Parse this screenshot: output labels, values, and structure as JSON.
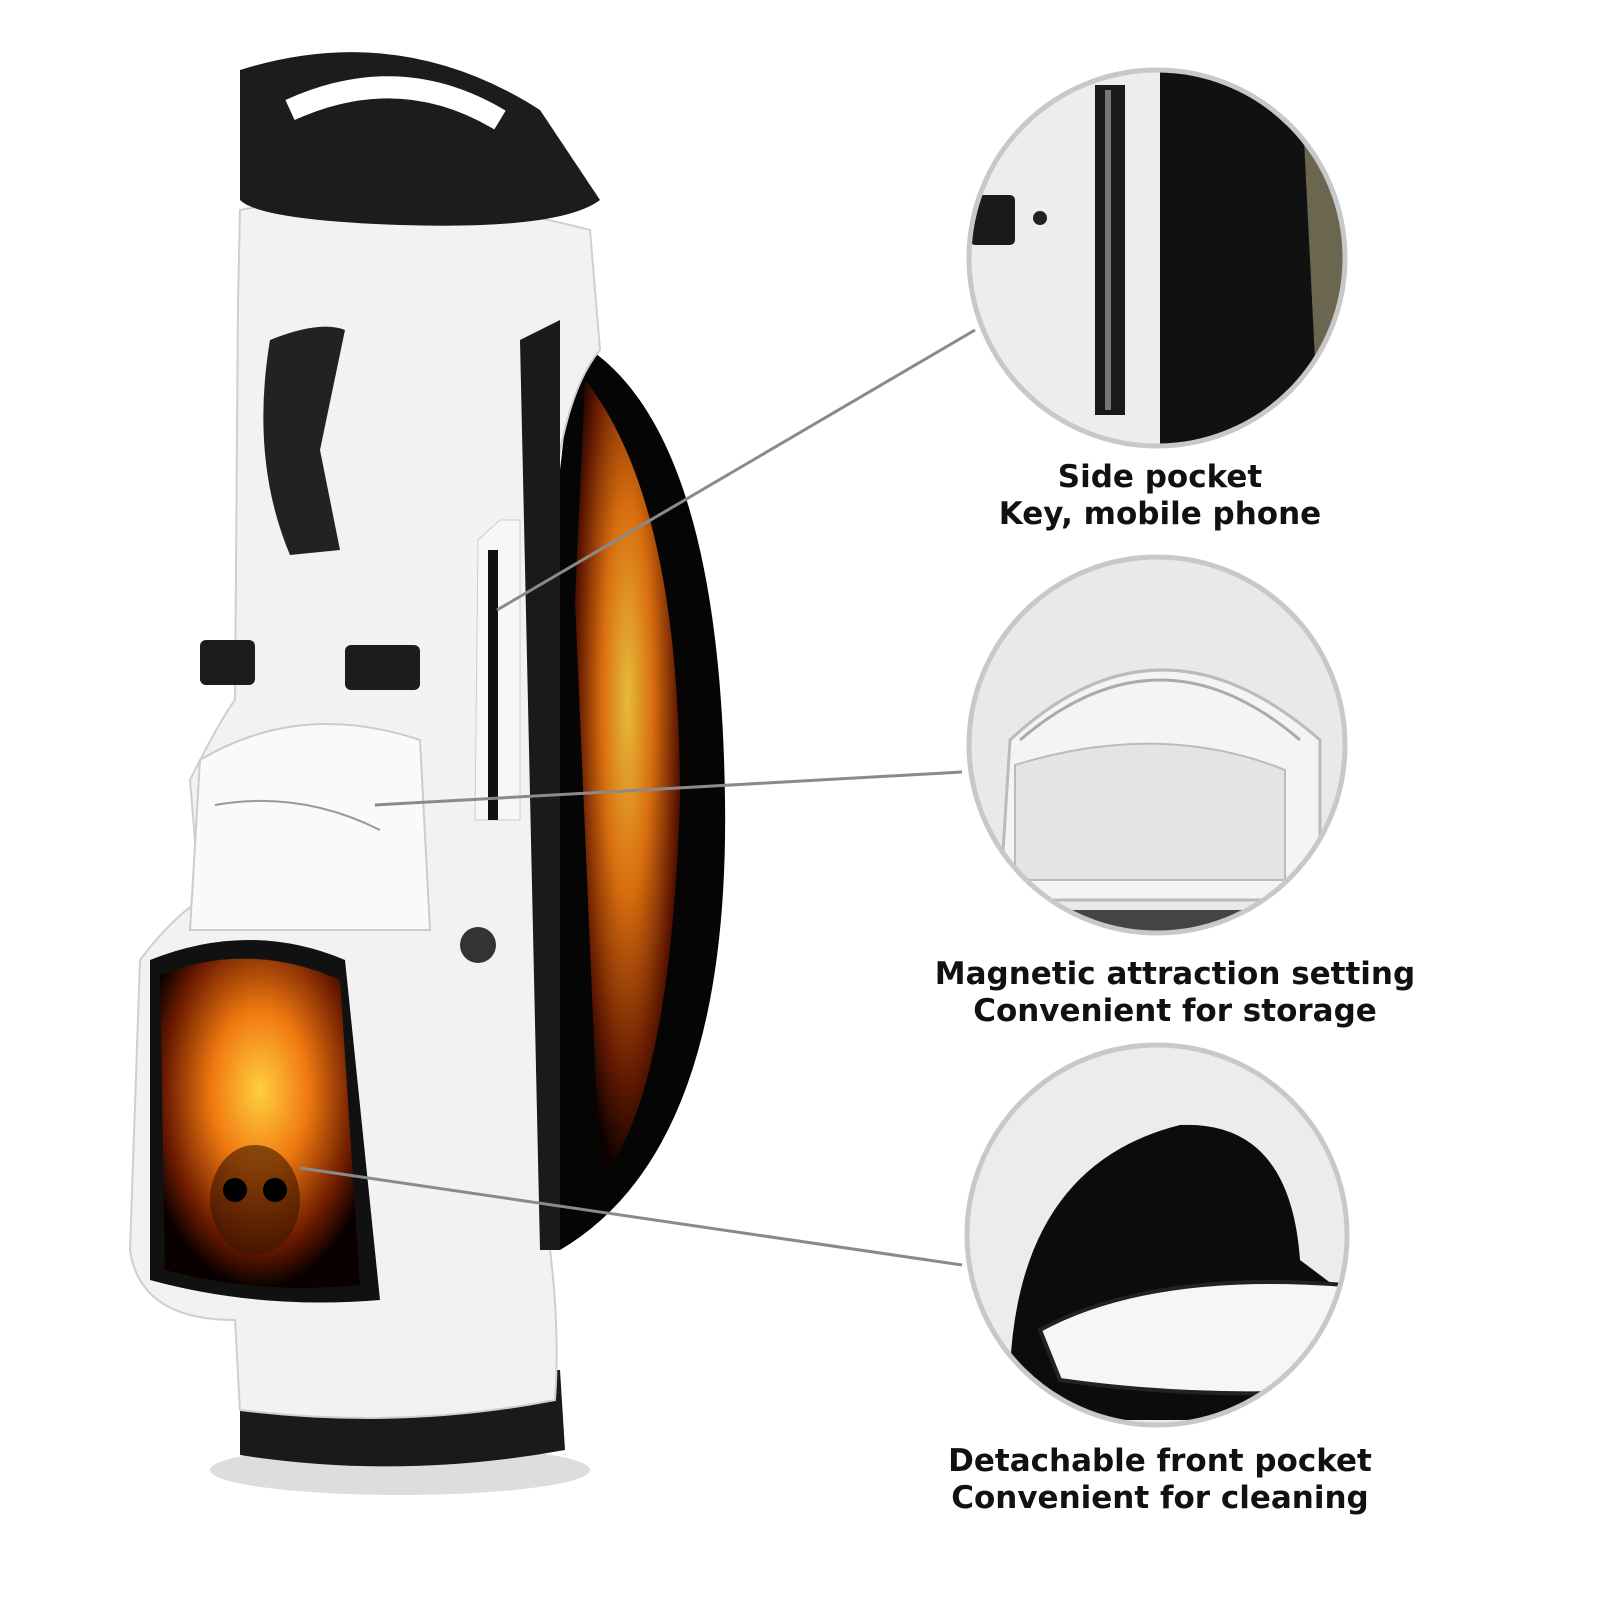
{
  "features": [
    {
      "title": "Side pocket",
      "subtitle": "Key, mobile phone"
    },
    {
      "title": "Magnetic attraction setting",
      "subtitle": "Convenient for storage"
    },
    {
      "title": "Detachable front pocket",
      "subtitle": "Convenient for cleaning"
    }
  ],
  "colors": {
    "bag": "#f2f2f2",
    "trim": "#1a1a1a",
    "flame": "#f07a10",
    "ring": "#c8c8c8",
    "leader": "#8a8a8a"
  }
}
